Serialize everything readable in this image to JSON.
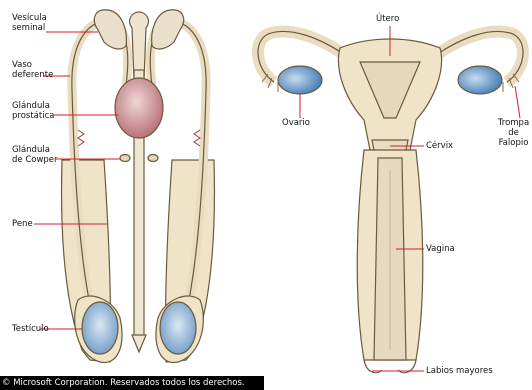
{
  "labels": {
    "vesicula": "Vesícula\nseminal",
    "vaso": "Vaso\ndeferente",
    "prostata": "Glándula\nprostática",
    "cowper": "Glándula\nde Cowper",
    "pene": "Pene",
    "testiculo": "Testículo",
    "utero": "Útero",
    "trompa": "Trompa de\nFalopio",
    "ovario": "Ovario",
    "cervix": "Cérvix",
    "vagina": "Vagina",
    "labios": "Labios mayores"
  },
  "copyright": "© Microsoft Corporation. Reservados todos los derechos.",
  "colors": {
    "leader_line": "#d0202a",
    "tissue": "#f2e8d2",
    "outline": "#6b5a3e",
    "prostate": "#c98a8f",
    "testis": "#8fb6d9",
    "ovary": "#6f9fcc"
  }
}
